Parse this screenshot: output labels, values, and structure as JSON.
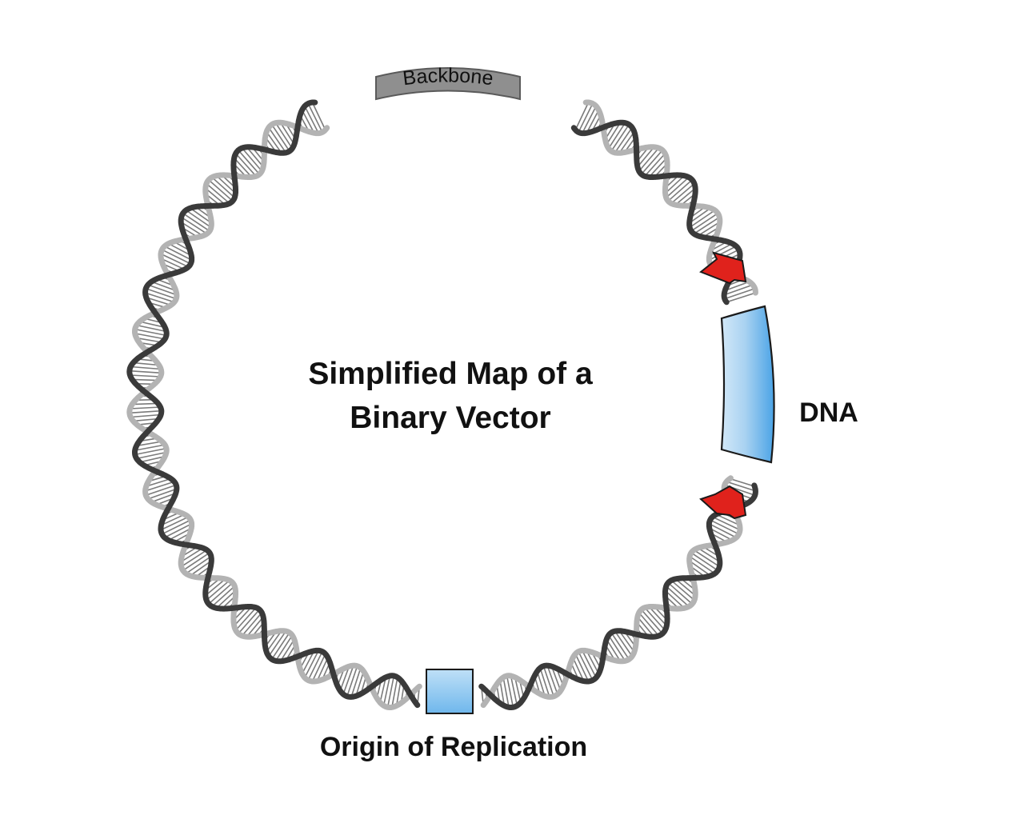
{
  "diagram": {
    "title_line1": "Simplified Map of a",
    "title_line2": "Binary Vector",
    "backbone_label": "Backbone",
    "insert_label": "DNA",
    "origin_label": "Origin of Replication"
  },
  "colors": {
    "strand_dark": "#3a3a3a",
    "strand_light": "#b3b3b3",
    "rung": "#7a7a7a",
    "box_blue_light": "#d2e8f8",
    "box_blue_dark": "#4aa3e6",
    "arrow_red": "#e0221c",
    "backbone_tag": "#8f8f8f"
  },
  "icons": [
    "border-arrow-icon"
  ]
}
